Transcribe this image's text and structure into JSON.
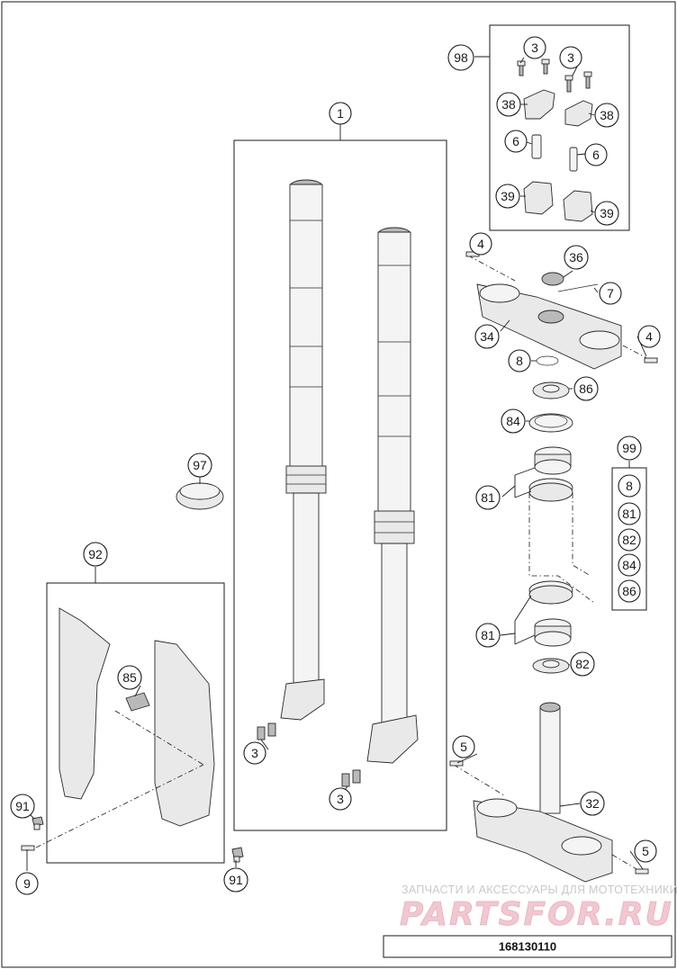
{
  "callouts": {
    "c1": "1",
    "c3a": "3",
    "c3b": "3",
    "c3c": "3",
    "c3d": "3",
    "c4a": "4",
    "c4b": "4",
    "c5a": "5",
    "c5b": "5",
    "c6a": "6",
    "c6b": "6",
    "c7": "7",
    "c8": "8",
    "c9": "9",
    "c32": "32",
    "c34": "34",
    "c36": "36",
    "c38a": "38",
    "c38b": "38",
    "c39a": "39",
    "c39b": "39",
    "c81a": "81",
    "c81b": "81",
    "c82": "82",
    "c84": "84",
    "c85": "85",
    "c86": "86",
    "c91a": "91",
    "c91b": "91",
    "c92": "92",
    "c97": "97",
    "c98": "98",
    "c99": "99"
  },
  "kit99": [
    "8",
    "81",
    "82",
    "84",
    "86"
  ],
  "watermark": {
    "text": "ЗАПЧАСТИ И АКСЕССУАРЫ ДЛЯ МОТОТЕХНИКИ",
    "brand": "PARTSFOR.RU"
  },
  "diagram_code": "168130110"
}
